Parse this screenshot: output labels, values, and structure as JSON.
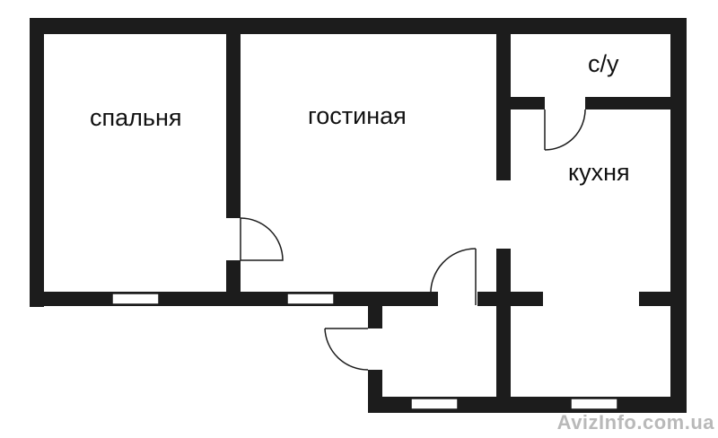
{
  "rooms": {
    "bedroom": "спальня",
    "living_room": "гостиная",
    "bathroom": "с/у",
    "kitchen": "кухня"
  },
  "watermark": "AvizInfo.com.ua",
  "colors": {
    "wall": "#1c1c1c",
    "background": "#ffffff",
    "watermark": "#b9b9b9"
  }
}
